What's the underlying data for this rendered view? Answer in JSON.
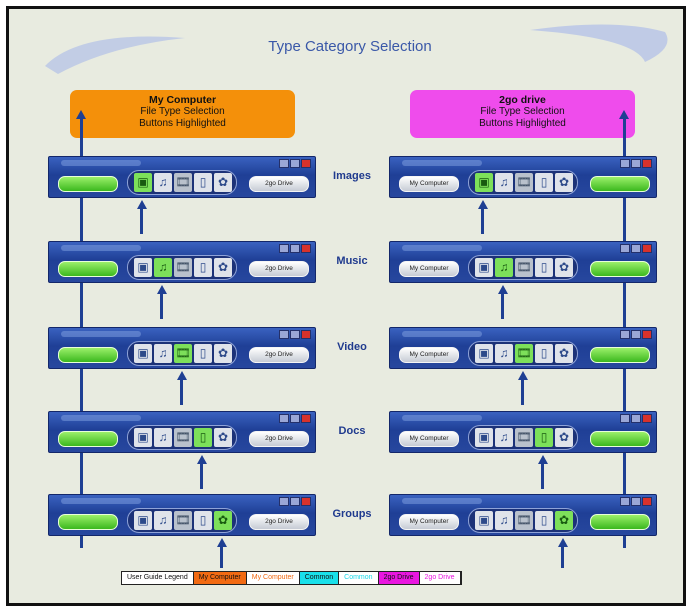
{
  "title": "Type Category Selection",
  "callouts": {
    "left": {
      "heading": "My Computer",
      "line1": "File Type Selection",
      "line2": "Buttons Highlighted"
    },
    "right": {
      "heading": "2go drive",
      "line1": "File Type Selection",
      "line2": "Buttons Highlighted"
    }
  },
  "rows": [
    {
      "label": "Images",
      "selected_icon": "image-icon"
    },
    {
      "label": "Music",
      "selected_icon": "music-icon"
    },
    {
      "label": "Video",
      "selected_icon": "video-icon"
    },
    {
      "label": "Docs",
      "selected_icon": "document-icon"
    },
    {
      "label": "Groups",
      "selected_icon": "groups-icon"
    }
  ],
  "bar_buttons": {
    "my_computer": "My Computer",
    "twogo_drive": "2go Drive",
    "twogo_drive_active": "2go Drive"
  },
  "legend": [
    {
      "label": "User Guide Legend",
      "bg": "#ffffff",
      "fg": "#111111"
    },
    {
      "label": "My Computer",
      "bg": "#f26a12",
      "fg": "#111111"
    },
    {
      "label": "My Computer",
      "bg": "#ffffff",
      "fg": "#f26a12"
    },
    {
      "label": "Common",
      "bg": "#19e0ea",
      "fg": "#111111"
    },
    {
      "label": "Common",
      "bg": "#ffffff",
      "fg": "#19d8e8"
    },
    {
      "label": "2go Drive",
      "bg": "#e916e0",
      "fg": "#111111"
    },
    {
      "label": "2go Drive",
      "bg": "#ffffff",
      "fg": "#e916e0"
    }
  ],
  "colors": {
    "arrow": "#1e3f93",
    "left_callout": "#f4900a",
    "right_callout": "#ef4cec",
    "title": "#3a58a8"
  }
}
